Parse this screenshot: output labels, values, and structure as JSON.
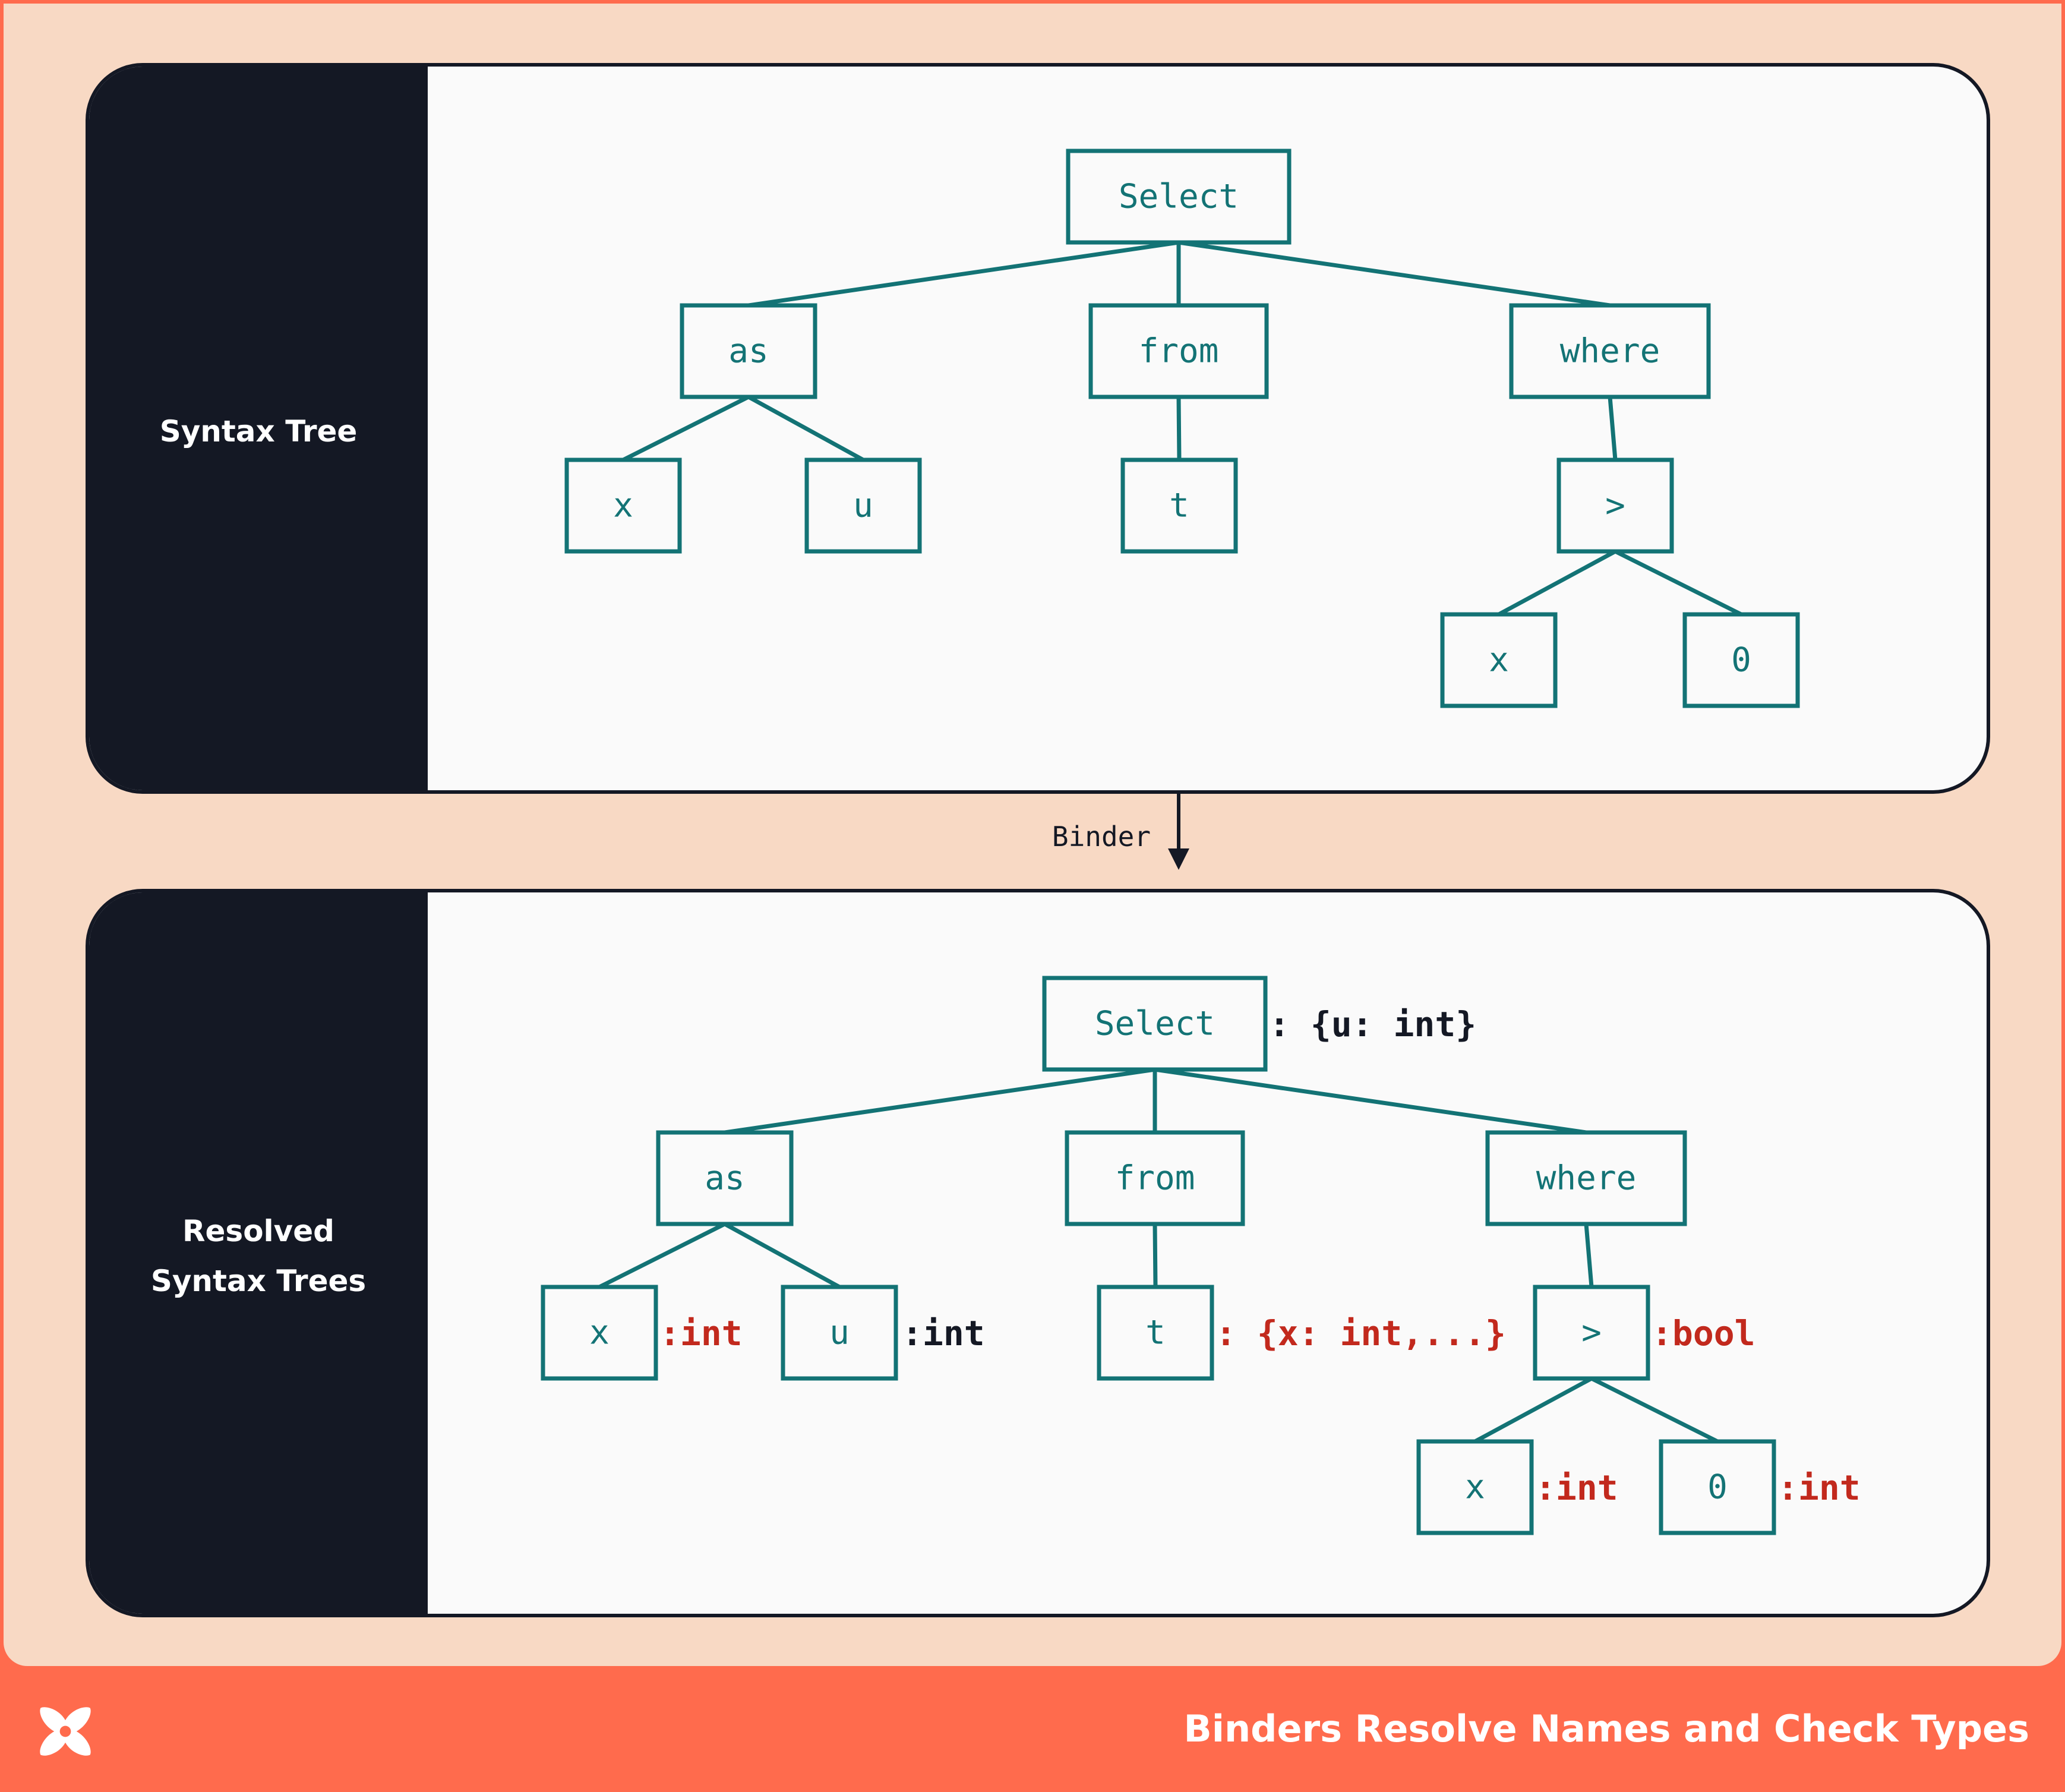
{
  "panels": [
    {
      "label_lines": [
        "Syntax Tree"
      ],
      "nodes": [
        {
          "id": "select",
          "label": "Select"
        },
        {
          "id": "as",
          "label": "as"
        },
        {
          "id": "from",
          "label": "from"
        },
        {
          "id": "where",
          "label": "where"
        },
        {
          "id": "x1",
          "label": "x"
        },
        {
          "id": "u",
          "label": "u"
        },
        {
          "id": "t",
          "label": "t"
        },
        {
          "id": "gt",
          "label": ">"
        },
        {
          "id": "x2",
          "label": "x"
        },
        {
          "id": "zero",
          "label": "0"
        }
      ],
      "edges": [
        [
          "select",
          "as"
        ],
        [
          "select",
          "from"
        ],
        [
          "select",
          "where"
        ],
        [
          "as",
          "x1"
        ],
        [
          "as",
          "u"
        ],
        [
          "from",
          "t"
        ],
        [
          "where",
          "gt"
        ],
        [
          "gt",
          "x2"
        ],
        [
          "gt",
          "zero"
        ]
      ],
      "annotations": []
    },
    {
      "label_lines": [
        "Resolved",
        "Syntax Trees"
      ],
      "nodes": [
        {
          "id": "select",
          "label": "Select"
        },
        {
          "id": "as",
          "label": "as"
        },
        {
          "id": "from",
          "label": "from"
        },
        {
          "id": "where",
          "label": "where"
        },
        {
          "id": "x1",
          "label": "x"
        },
        {
          "id": "u",
          "label": "u"
        },
        {
          "id": "t",
          "label": "t"
        },
        {
          "id": "gt",
          "label": ">"
        },
        {
          "id": "x2",
          "label": "x"
        },
        {
          "id": "zero",
          "label": "0"
        }
      ],
      "edges": [
        [
          "select",
          "as"
        ],
        [
          "select",
          "from"
        ],
        [
          "select",
          "where"
        ],
        [
          "as",
          "x1"
        ],
        [
          "as",
          "u"
        ],
        [
          "from",
          "t"
        ],
        [
          "where",
          "gt"
        ],
        [
          "gt",
          "x2"
        ],
        [
          "gt",
          "zero"
        ]
      ],
      "annotations": [
        {
          "node": "select",
          "text": ": {u: int}",
          "color": "black"
        },
        {
          "node": "x1",
          "text": ":int",
          "color": "red"
        },
        {
          "node": "u",
          "text": ":int",
          "color": "black"
        },
        {
          "node": "t",
          "text": ": {x: int,...}",
          "color": "red"
        },
        {
          "node": "gt",
          "text": ":bool",
          "color": "red"
        },
        {
          "node": "x2",
          "text": ":int",
          "color": "red"
        },
        {
          "node": "zero",
          "text": ":int",
          "color": "red"
        }
      ]
    }
  ],
  "arrow_label": "Binder",
  "footer_title": "Binders Resolve Names and Check Types",
  "logo_icon": "x-mark-logo",
  "colors": {
    "background": "#f8d9c4",
    "accent": "#ff6b4d",
    "panel_dark": "#141824",
    "node": "#137375",
    "type_red": "#c2291d"
  }
}
